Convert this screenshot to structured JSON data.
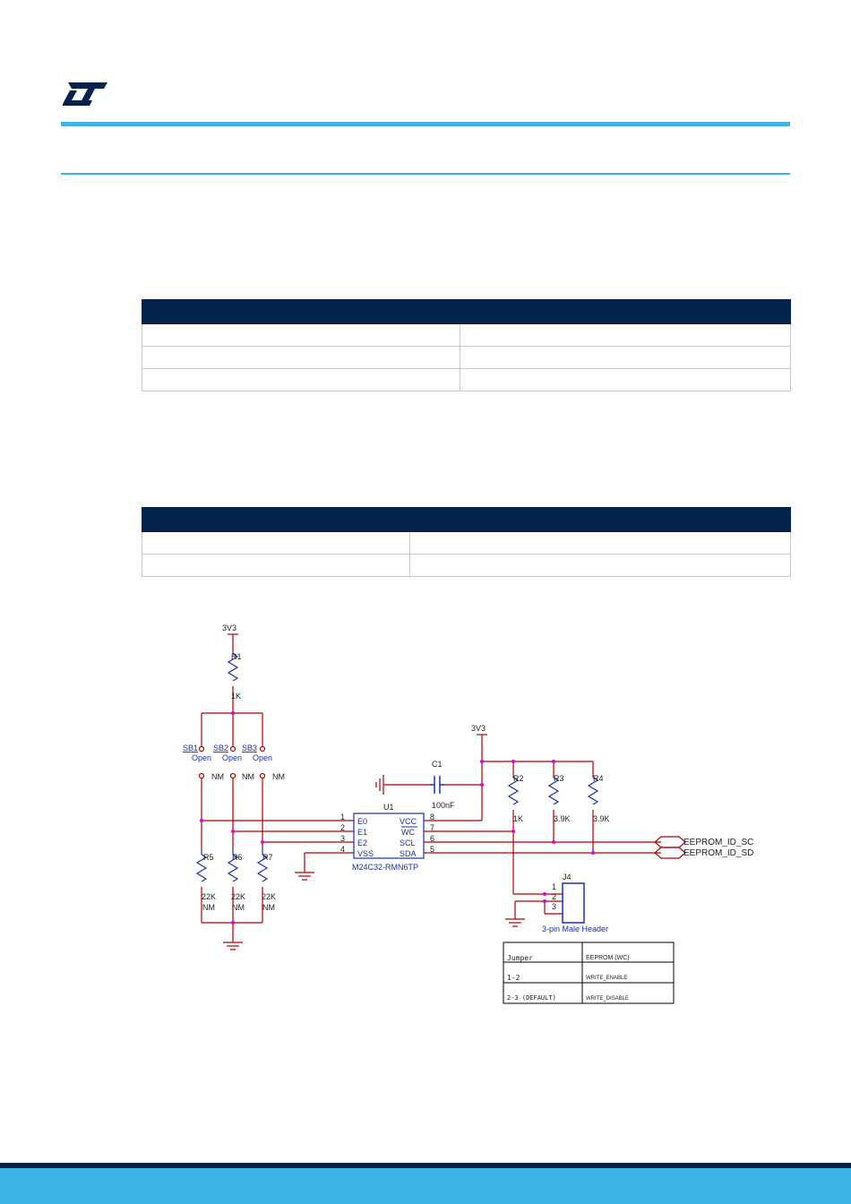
{
  "schematic": {
    "power_top": "3V3",
    "r1": {
      "ref": "R1",
      "value": "1K"
    },
    "sb": [
      {
        "ref": "SB1",
        "state": "Open"
      },
      {
        "ref": "SB2",
        "state": "Open"
      },
      {
        "ref": "SB3",
        "state": "Open"
      }
    ],
    "nm": "NM",
    "pulldowns": [
      {
        "ref": "R5",
        "value": "22K",
        "note": "NM"
      },
      {
        "ref": "R6",
        "value": "22K",
        "note": "NM"
      },
      {
        "ref": "R7",
        "value": "22K",
        "note": "NM"
      }
    ],
    "power_right": "3V3",
    "c1": {
      "ref": "C1",
      "value": "100nF"
    },
    "u1": {
      "ref": "U1",
      "part": "M24C32-RMN6TP",
      "pins_left": [
        {
          "num": "1",
          "name": "E0"
        },
        {
          "num": "2",
          "name": "E1"
        },
        {
          "num": "3",
          "name": "E2"
        },
        {
          "num": "4",
          "name": "VSS"
        }
      ],
      "pins_right": [
        {
          "num": "8",
          "name": "VCC"
        },
        {
          "num": "7",
          "name": "WC"
        },
        {
          "num": "6",
          "name": "SCL"
        },
        {
          "num": "5",
          "name": "SDA"
        }
      ]
    },
    "pullups": [
      {
        "ref": "R2",
        "value": "1K"
      },
      {
        "ref": "R3",
        "value": "3.9K"
      },
      {
        "ref": "R4",
        "value": "3.9K"
      }
    ],
    "nets": [
      "EEPROM_ID_SC",
      "EEPROM_ID_SD"
    ],
    "j4": {
      "ref": "J4",
      "desc": "3-pin Male Header",
      "pins": [
        "1",
        "2",
        "3"
      ]
    },
    "jumper_table": {
      "headers": [
        "Jumper",
        "EEPROM (WC)"
      ],
      "rows": [
        [
          "1-2",
          "WRITE_ENABLE"
        ],
        [
          "2-3 (DEFAULT)",
          "WRITE_DISABLE"
        ]
      ]
    }
  },
  "colors": {
    "st_light_blue": "#3CB4E6",
    "st_dark_blue": "#03234B",
    "wire": "#B00000",
    "component": "#1A2FB0",
    "junction": "#E000E0"
  }
}
